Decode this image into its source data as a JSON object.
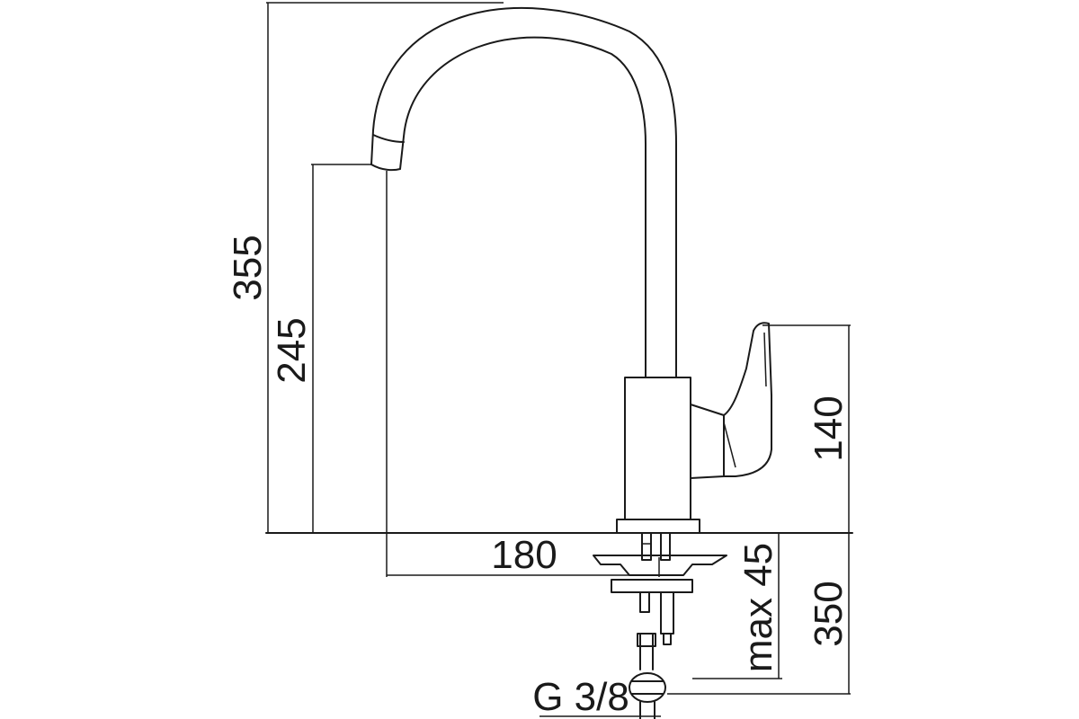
{
  "diagram": {
    "dimensions": {
      "total_height": "355",
      "spout_height": "245",
      "handle_height": "140",
      "spout_reach": "180",
      "deck_thickness": "max 45",
      "hose_length": "350",
      "connection_thread": "G 3/8"
    },
    "colors": {
      "line": "#1a1a1a",
      "background": "#ffffff"
    }
  }
}
